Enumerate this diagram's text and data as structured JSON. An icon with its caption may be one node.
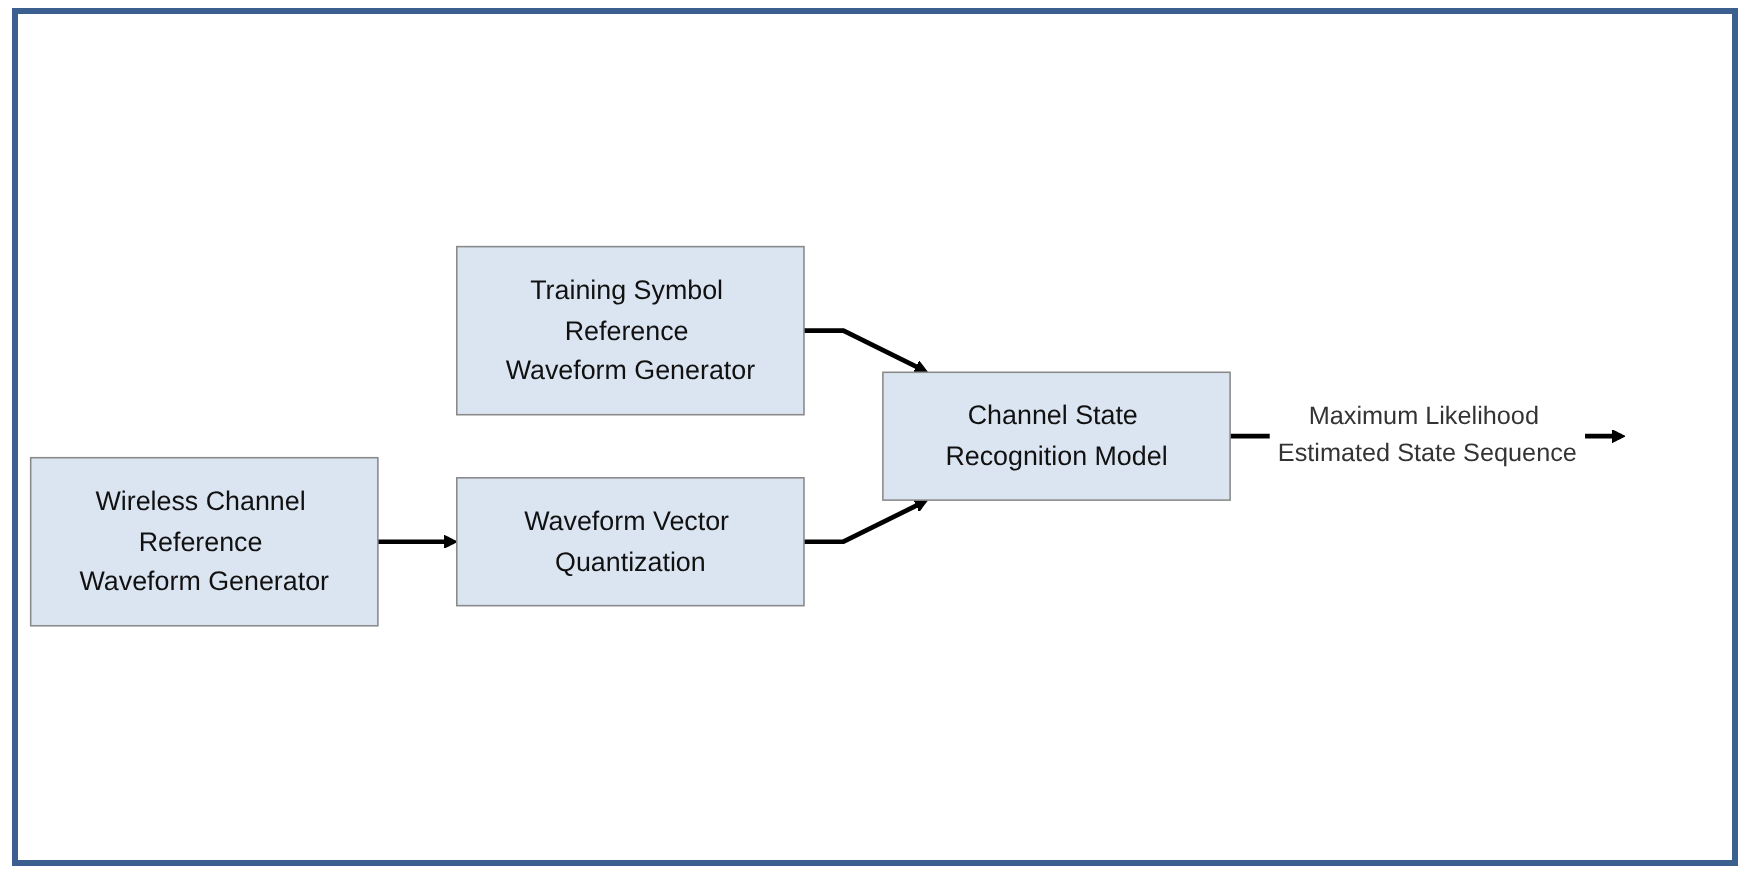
{
  "diagram": {
    "nodes": [
      {
        "text": [
          "Training Symbol Reference Waveform Generator"
        ]
      },
      {
        "text": [
          "Wireless Channel Reference Waveform Generator"
        ]
      },
      {
        "text": [
          "Waveform Vector Quantization"
        ]
      },
      {
        "text": [
          "Channel State Recognition Model"
        ]
      }
    ],
    "edges": [
      {
        "from": 0,
        "to": 3,
        "arrow": "to"
      },
      {
        "from": 1,
        "to": 2,
        "arrow": "to"
      },
      {
        "from": 2,
        "to": 3,
        "arrow": "to"
      },
      {
        "from": 3,
        "to": null,
        "arrow": "to",
        "label": "Maximum Likelihood Estimated State Sequence"
      }
    ]
  }
}
